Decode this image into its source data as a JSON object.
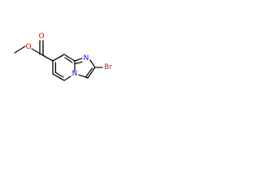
{
  "molecule": {
    "atoms": [
      {
        "id": "o_carbonyl",
        "label": "O",
        "color": "#ff0000"
      },
      {
        "id": "o_ester",
        "label": "O",
        "color": "#ff0000"
      },
      {
        "id": "n_imine",
        "label": "N",
        "color": "#0000ff"
      },
      {
        "id": "n_bridge",
        "label": "N",
        "color": "#0000ff"
      },
      {
        "id": "br",
        "label": "Br",
        "color": "#a52a2a"
      }
    ],
    "bond_color": "#000000"
  }
}
